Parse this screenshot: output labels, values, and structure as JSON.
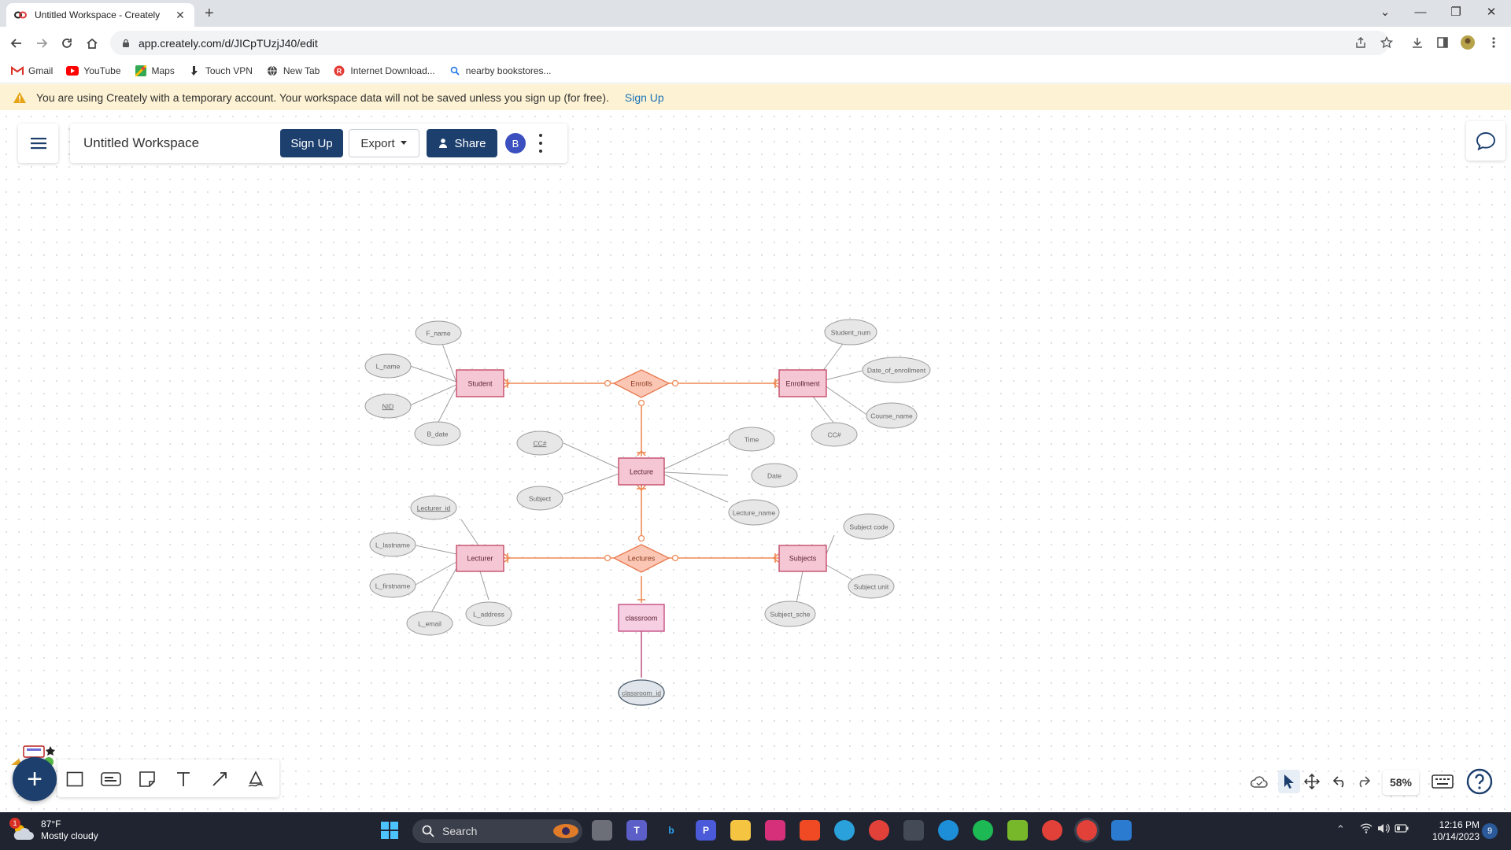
{
  "browser": {
    "tab_title": "Untitled Workspace - Creately",
    "close_glyph": "✕",
    "new_tab_glyph": "+",
    "url": "app.creately.com/d/JICpTUzjJ40/edit",
    "window_controls": [
      "⌄",
      "—",
      "❐",
      "✕"
    ],
    "bookmarks": [
      {
        "label": "Gmail",
        "icon": "gmail-icon"
      },
      {
        "label": "YouTube",
        "icon": "youtube-icon"
      },
      {
        "label": "Maps",
        "icon": "maps-icon"
      },
      {
        "label": "Touch VPN",
        "icon": "vpn-icon"
      },
      {
        "label": "New Tab",
        "icon": "globe-icon"
      },
      {
        "label": "Internet Download...",
        "icon": "download-manager-icon"
      },
      {
        "label": "nearby bookstores...",
        "icon": "search-icon"
      }
    ]
  },
  "banner": {
    "message": "You are using Creately with a temporary account. Your workspace data will not be saved unless you sign up (for free).",
    "link": "Sign Up"
  },
  "header": {
    "workspace_title": "Untitled Workspace",
    "signup": "Sign Up",
    "export": "Export",
    "share": "Share",
    "avatar_letter": "B"
  },
  "diagram": {
    "entities": {
      "student": "Student",
      "enrollment": "Enrollment",
      "lecture": "Lecture",
      "lecturer": "Lecturer",
      "subjects": "Subjects",
      "classroom": "classroom"
    },
    "relationships": {
      "enrolls": "Enrolls",
      "lectures": "Lectures"
    },
    "attributes": {
      "f_name": "F_name",
      "l_name": "L_name",
      "nid": "NID",
      "b_date": "B_date",
      "student_num": "Student_num",
      "date_of_enrollment": "Date_of_enrollment",
      "course_name": "Course_name",
      "cc_hash": "CC#",
      "cc_hash_lecture": "CC#",
      "subject": "Subject",
      "time": "Time",
      "date": "Date",
      "lecture_name": "Lecture_name",
      "lecturer_id": "Lecturer_id",
      "l_lastname": "L_lastname",
      "l_firstname": "L_firstname",
      "l_email": "L_email",
      "l_address": "L_address",
      "subject_code": "Subject code",
      "subject_unit": "Subject unit",
      "subject_sched": "Subject_sche",
      "classroom_id": "classroom_id"
    }
  },
  "bottom_right": {
    "zoom": "58%"
  },
  "taskbar": {
    "temperature": "87°F",
    "weather": "Mostly cloudy",
    "weather_badge": "1",
    "search": "Search",
    "time": "12:16 PM",
    "date": "10/14/2023",
    "notifications": "9"
  },
  "colors": {
    "brand_navy": "#1c3f6e",
    "entity_fill": "#f5c6d4",
    "relationship_fill": "#fbc7b4",
    "relationship_line": "#ef8a55",
    "banner_bg": "#fdf2d3"
  }
}
